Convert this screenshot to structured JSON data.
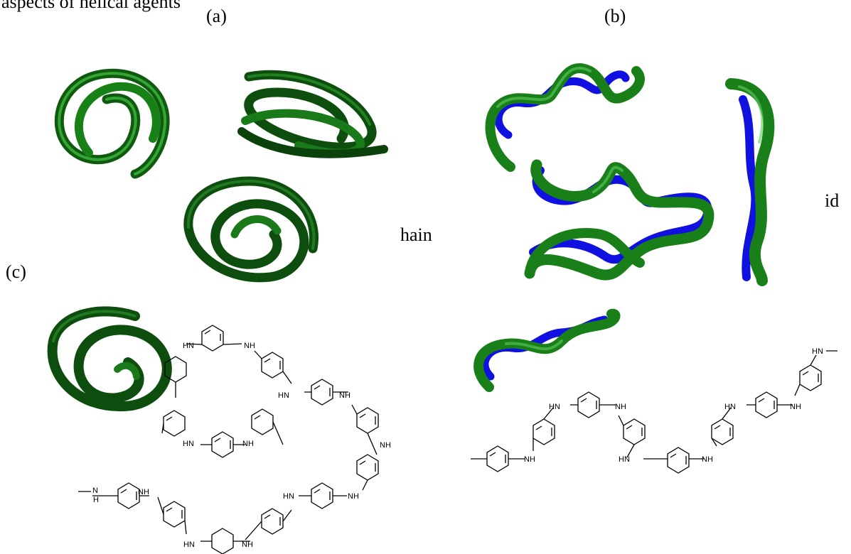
{
  "figure": {
    "top_partial_text": "aspects of helical agents",
    "panel_labels": {
      "a": "(a)",
      "b": "(b)",
      "c": "(c)"
    },
    "overlapped_word_left": "hain",
    "overlapped_word_right": "id"
  },
  "chemistry": {
    "amine_label": "NH",
    "amine_label_split_n": "N",
    "amine_label_split_h": "H",
    "terminal_label": "HN"
  },
  "colors": {
    "tube_green": "#1f7a1f",
    "tube_green_dark": "#0f4f0f",
    "tube_highlight": "#4fbf4f",
    "tube_blue": "#1010e0",
    "line": "#000000"
  }
}
